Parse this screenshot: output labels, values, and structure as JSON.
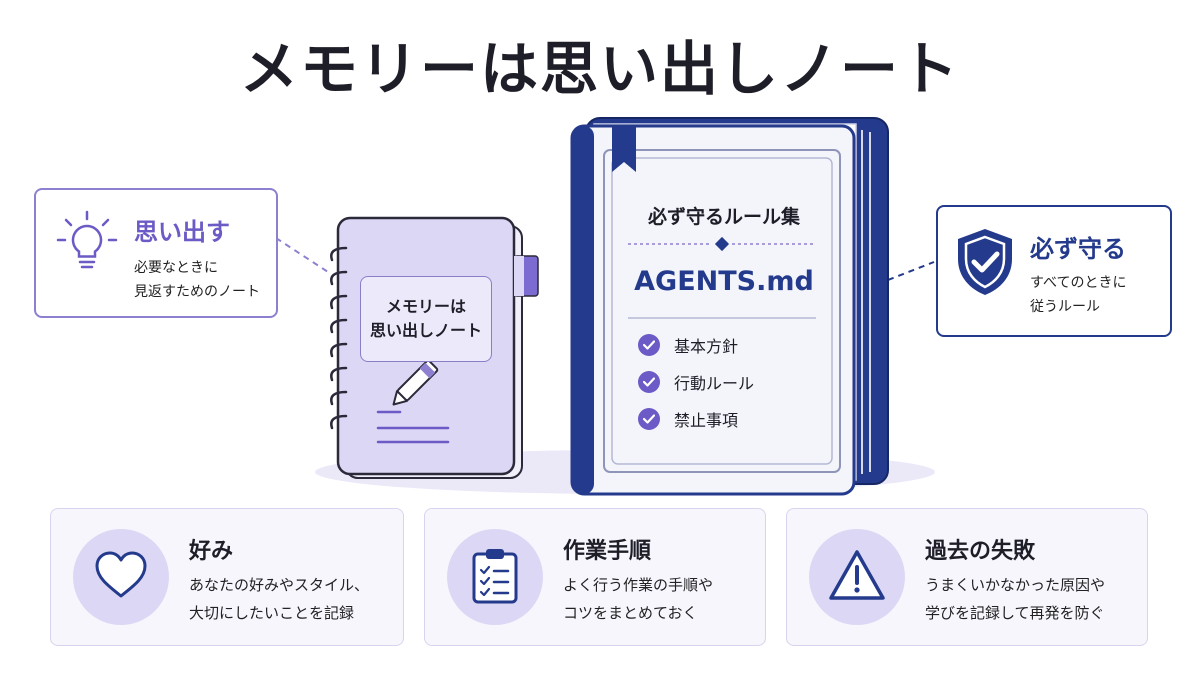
{
  "title": "メモリーは思い出しノート",
  "left_callout": {
    "heading": "思い出す",
    "desc_line1": "必要なときに",
    "desc_line2": "見返すためのノート"
  },
  "right_callout": {
    "heading": "必ず守る",
    "desc_line1": "すべてのときに",
    "desc_line2": "従うルール"
  },
  "notebook": {
    "label_line1": "メモリーは",
    "label_line2": "思い出しノート"
  },
  "book": {
    "title": "必ず守るルール集",
    "filename": "AGENTS.md",
    "items": [
      "基本方針",
      "行動ルール",
      "禁止事項"
    ]
  },
  "cards": [
    {
      "icon": "heart-icon",
      "title": "好み",
      "line1": "あなたの好みやスタイル、",
      "line2": "大切にしたいことを記録"
    },
    {
      "icon": "clipboard-checklist-icon",
      "title": "作業手順",
      "line1": "よく行う作業の手順や",
      "line2": "コツをまとめておく"
    },
    {
      "icon": "warning-icon",
      "title": "過去の失敗",
      "line1": "うまくいかなかった原因や",
      "line2": "学びを記録して再発を防ぐ"
    }
  ],
  "colors": {
    "purple": "#6c5ac6",
    "navy": "#243a8c",
    "lavender": "#e8e4fa",
    "card_bg": "#f7f6fd"
  }
}
